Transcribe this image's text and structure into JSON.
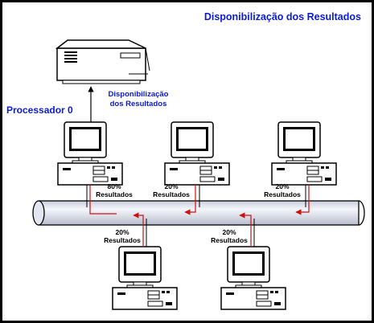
{
  "title": "Disponibilização dos Resultados",
  "processor_label": "Processador 0",
  "printer_caption": {
    "line1": "Disponibilização",
    "line2": "dos Resultados"
  },
  "labels": {
    "pc0": {
      "pct": "80%",
      "word": "Resultados"
    },
    "pc1": {
      "pct": "20%",
      "word": "Resultados"
    },
    "pc2": {
      "pct": "20%",
      "word": "Resultados"
    },
    "pc3": {
      "pct": "20%",
      "word": "Resultados"
    },
    "pc4": {
      "pct": "20%",
      "word": "Resultados"
    }
  },
  "colors": {
    "title": "#0a1ad8",
    "arrow": "#d01010",
    "outline": "#000000",
    "bus": "#dde2ee"
  }
}
